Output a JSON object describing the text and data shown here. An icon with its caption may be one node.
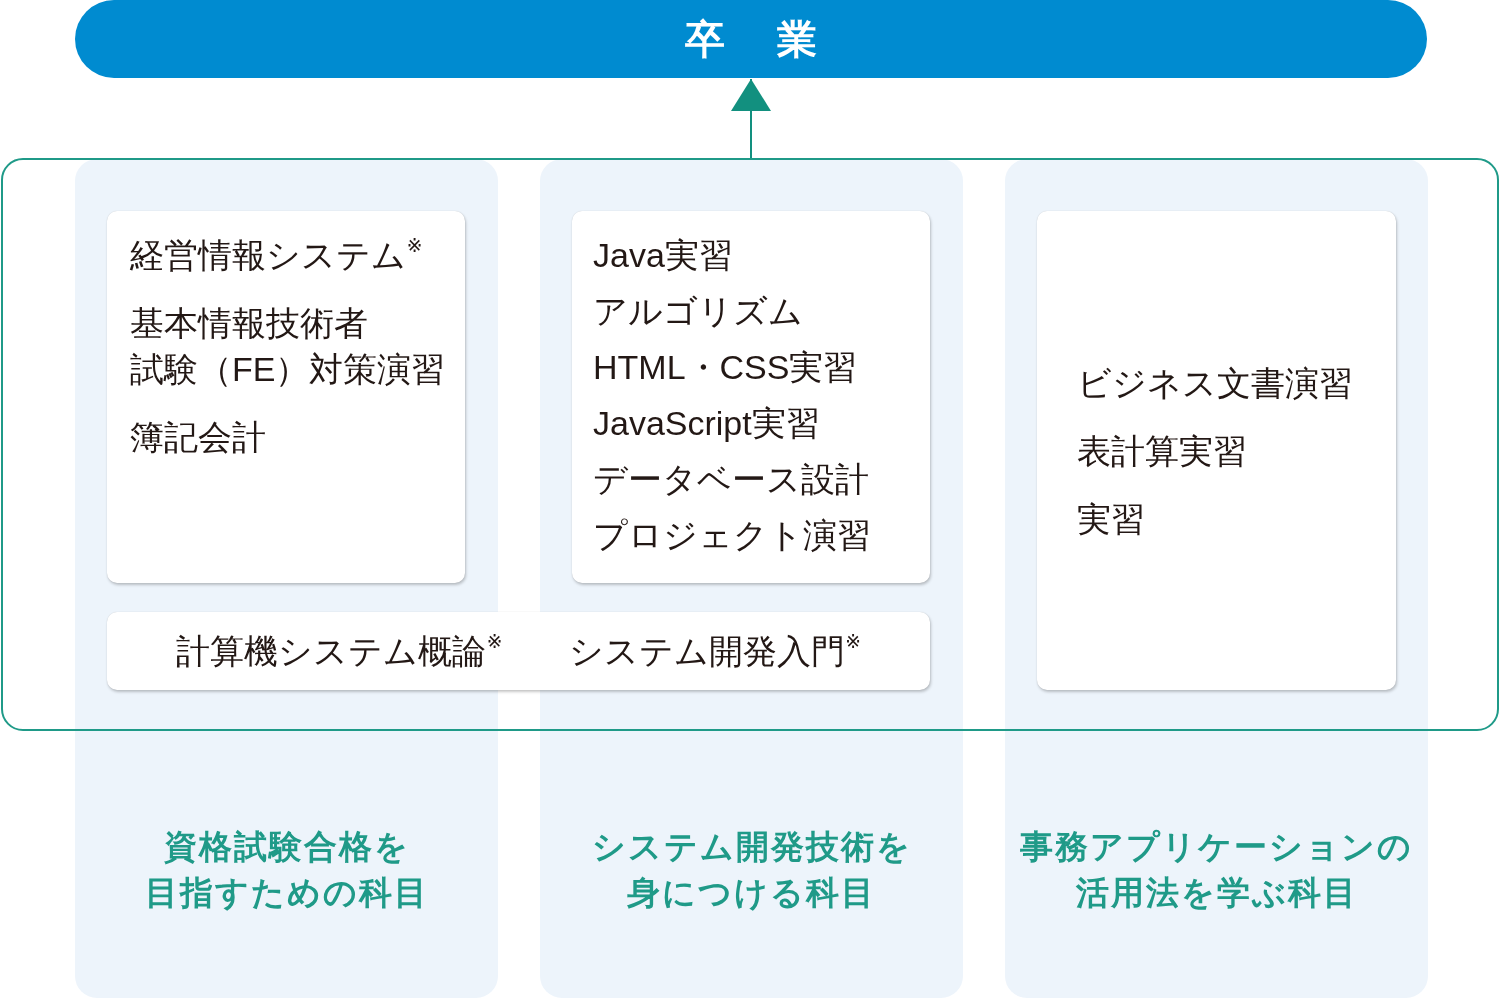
{
  "diagram": {
    "nodes": [
      {
        "text": [
          "卒業"
        ]
      },
      {
        "text": [
          "資格試験合格を目指すための科目"
        ]
      },
      {
        "text": [
          "システム開発技術を身につける科目"
        ]
      },
      {
        "text": [
          "事務アプリケーションの活用法を学ぶ科目"
        ]
      },
      {
        "text": [],
        "shape": "box"
      },
      {
        "text": [
          "経営情報システム$^{※}$",
          "基本情報技術者試験（FE）対策演習",
          "簿記会計"
        ]
      },
      {
        "text": [
          "Java実習",
          "アルゴリズム",
          "HTML・CSS実習",
          "JavaScript実習",
          "データベース設計",
          "プロジェクト演習"
        ]
      },
      {
        "text": [
          "ビジネス文書演習",
          "表計算実習",
          "実習"
        ]
      },
      {
        "text": [
          "計算機システム概論$^{※}$",
          "システム開発入門$^{※}$"
        ],
        "in": 4
      }
    ],
    "edges": [
      {
        "from": 4,
        "to": 0,
        "arrow": "to"
      }
    ]
  }
}
